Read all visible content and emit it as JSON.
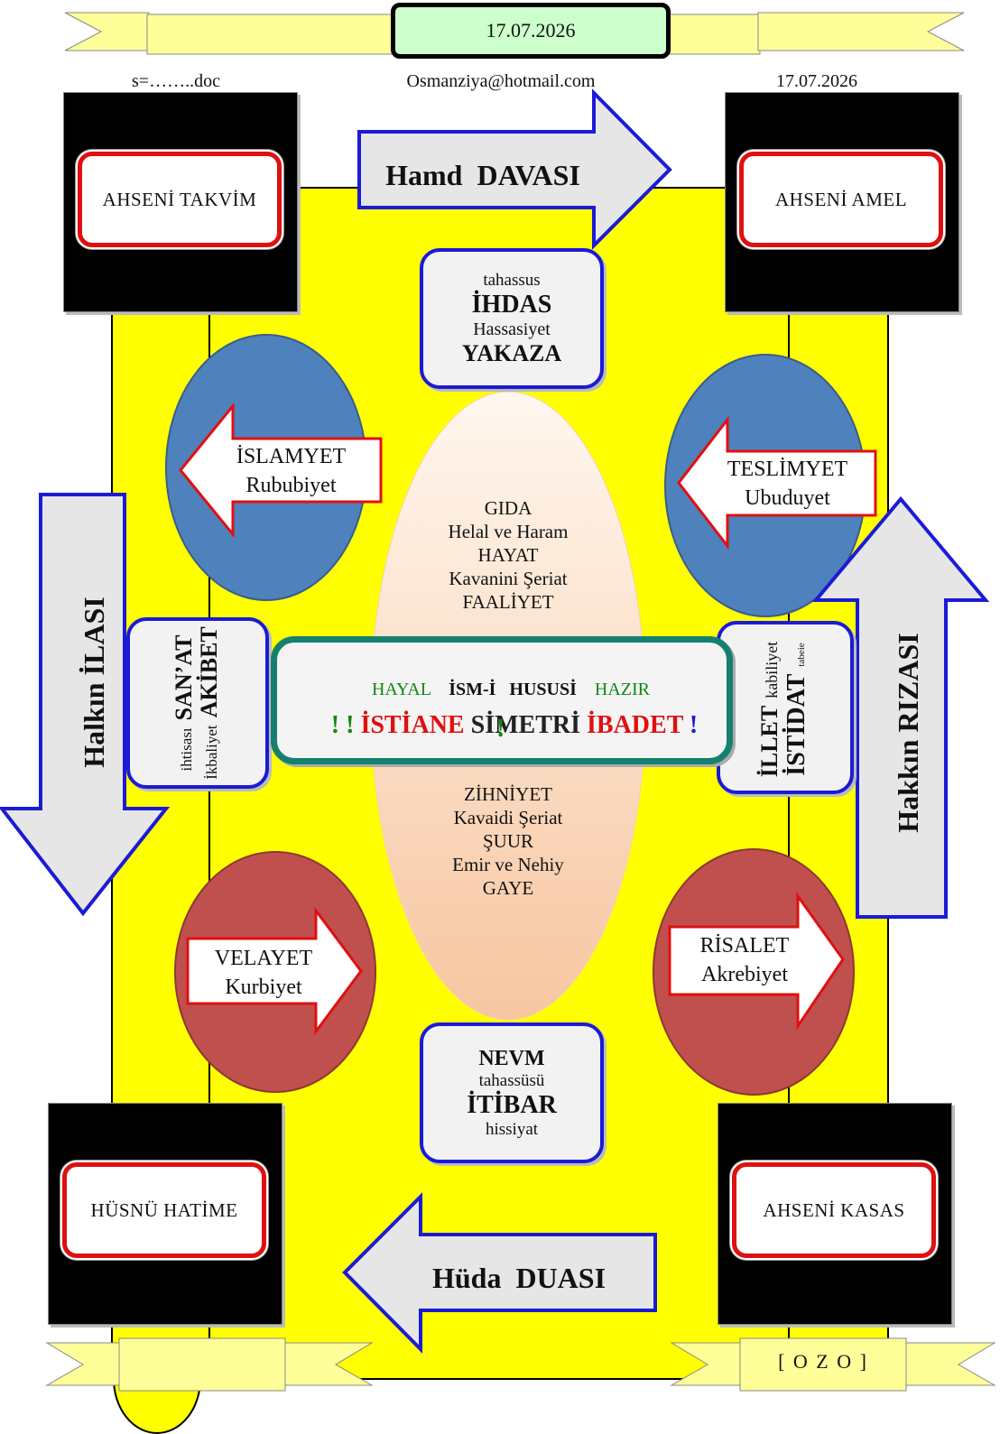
{
  "header": {
    "date_banner": "17.07.2026",
    "file_label": "s=……..doc",
    "email": "Osmanziya@hotmail.com",
    "date_right": "17.07.2026"
  },
  "corners": {
    "top_left": "AHSENİ TAKVİM",
    "top_right": "AHSENİ AMEL",
    "bottom_left": "HÜSNÜ HATİME",
    "bottom_right": "AHSENİ KASAS"
  },
  "arrows": {
    "top": "Hamd  DAVASI",
    "bottom": "Hüda  DUASI",
    "left": "Halkın İLASI",
    "right": "Hakkın RIZASI"
  },
  "top_box": {
    "line1": "tahassus",
    "line2": "İHDAS",
    "line3": "Hassasiyet",
    "line4": "YAKAZA"
  },
  "bottom_box": {
    "line1": "NEVM",
    "line2": "tahassüsü",
    "line3": "İTİBAR",
    "line4": "hissiyat"
  },
  "left_box": {
    "line1": "ihtisası",
    "line2": "SAN’AT",
    "line3": "İkbaliyet",
    "line4": "AKİBET"
  },
  "right_box": {
    "line1": "İLLET",
    "line2": "kabiliyet",
    "line3": "İSTİDAT",
    "line4": "tabeie"
  },
  "ovals": {
    "top_left": {
      "title": "İSLAMYET",
      "sub": "Rububiyet"
    },
    "top_right": {
      "title": "TESLİMYET",
      "sub": "Ubuduyet"
    },
    "bottom_left": {
      "title": "VELAYET",
      "sub": "Kurbiyet"
    },
    "bottom_right": {
      "title": "RİSALET",
      "sub": "Akrebiyet"
    }
  },
  "center_oval": {
    "top": [
      "GIDA",
      "Helal ve Haram",
      "HAYAT",
      "Kavanini Şeriat",
      "FAALİYET"
    ],
    "bottom": [
      "ZİHNİYET",
      "Kavaidi Şeriat",
      "ŞUUR",
      "Emir ve Nehiy",
      "GAYE"
    ]
  },
  "center_box": {
    "hayal": "HAYAL",
    "ism": "İSM-İ",
    "hususi": "HUSUSİ",
    "hazir": "HAZIR",
    "excl_pre": "! !",
    "istiane": "İSTİANE",
    "simetri": "SİMETRİ",
    "ibadet": "İBADET",
    "excl_post": "!",
    "excl_green": "!"
  },
  "footer": {
    "ozo": "[ O Z O ]"
  },
  "colors": {
    "yellow": "#ffff00",
    "blue_oval": "#4f81bd",
    "red_oval": "#c0504d",
    "accent_blue": "#1b1bd6",
    "accent_red": "#e01010",
    "accent_green": "#118811",
    "teal": "#168070",
    "banner_green": "#ccffcc"
  }
}
